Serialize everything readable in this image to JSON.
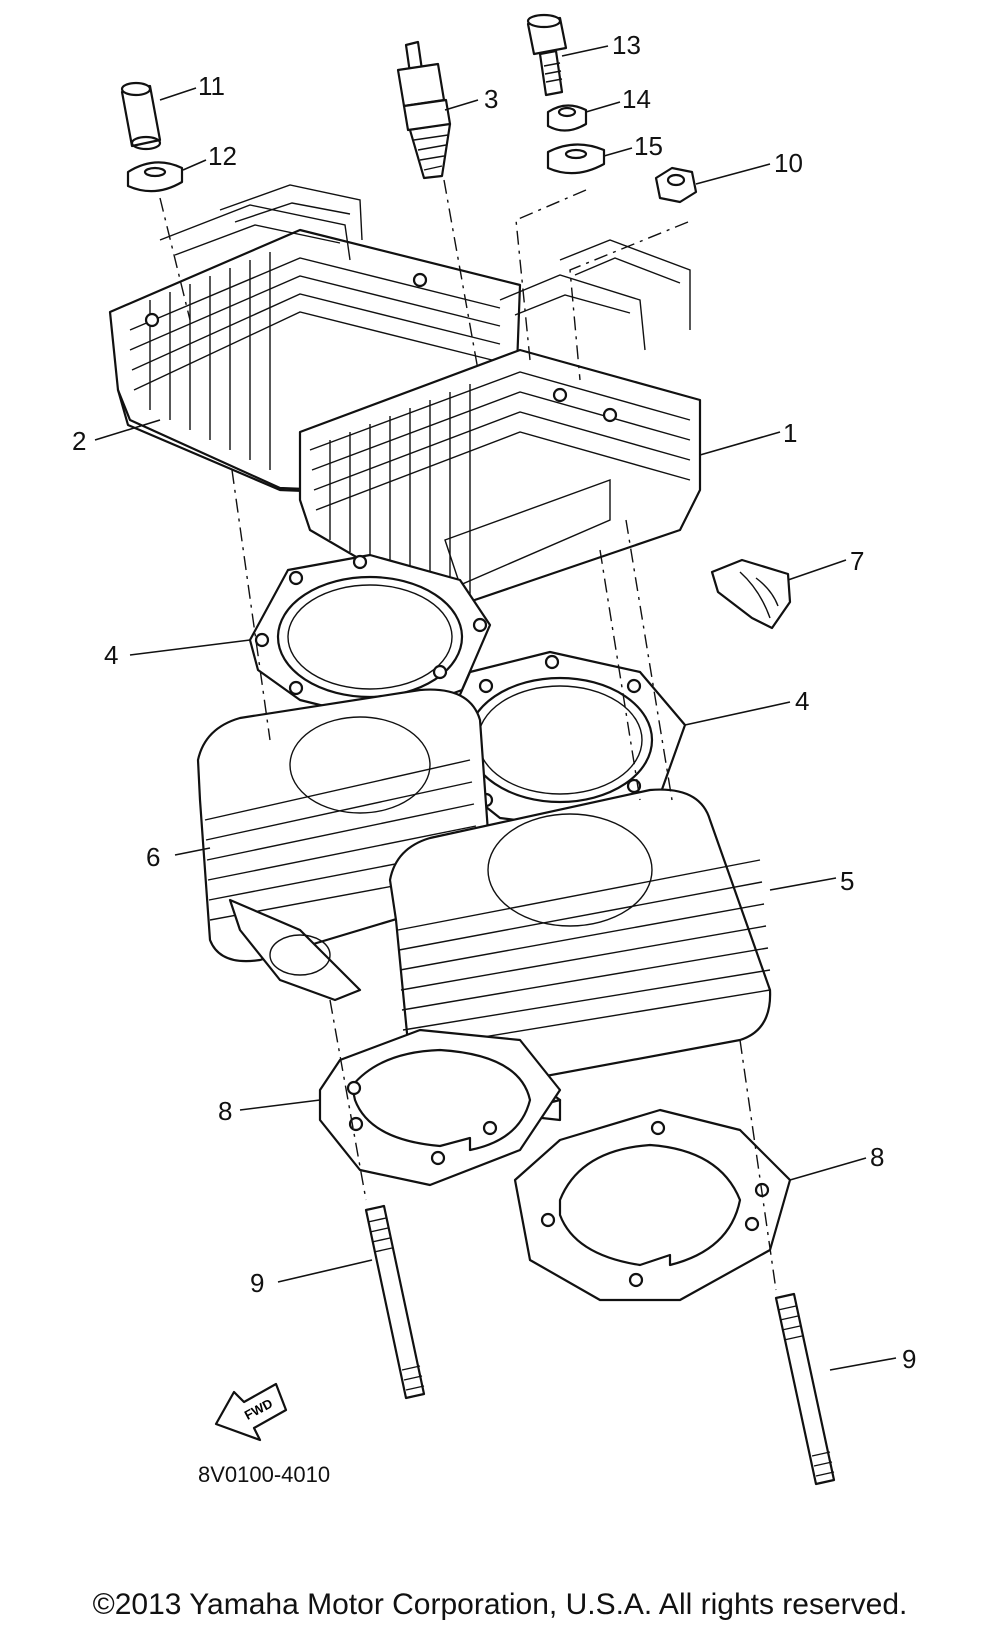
{
  "diagram": {
    "part_code": "8V0100-4010",
    "fwd_label": "FWD",
    "callouts": [
      {
        "id": "c1",
        "label": "1"
      },
      {
        "id": "c2",
        "label": "2"
      },
      {
        "id": "c3",
        "label": "3"
      },
      {
        "id": "c4a",
        "label": "4"
      },
      {
        "id": "c4b",
        "label": "4"
      },
      {
        "id": "c5",
        "label": "5"
      },
      {
        "id": "c6",
        "label": "6"
      },
      {
        "id": "c7",
        "label": "7"
      },
      {
        "id": "c8a",
        "label": "8"
      },
      {
        "id": "c8b",
        "label": "8"
      },
      {
        "id": "c9a",
        "label": "9"
      },
      {
        "id": "c9b",
        "label": "9"
      },
      {
        "id": "c10",
        "label": "10"
      },
      {
        "id": "c11",
        "label": "11"
      },
      {
        "id": "c12",
        "label": "12"
      },
      {
        "id": "c13",
        "label": "13"
      },
      {
        "id": "c14",
        "label": "14"
      },
      {
        "id": "c15",
        "label": "15"
      }
    ]
  },
  "footer": {
    "copyright": "©2013 Yamaha Motor Corporation, U.S.A. All rights reserved."
  }
}
